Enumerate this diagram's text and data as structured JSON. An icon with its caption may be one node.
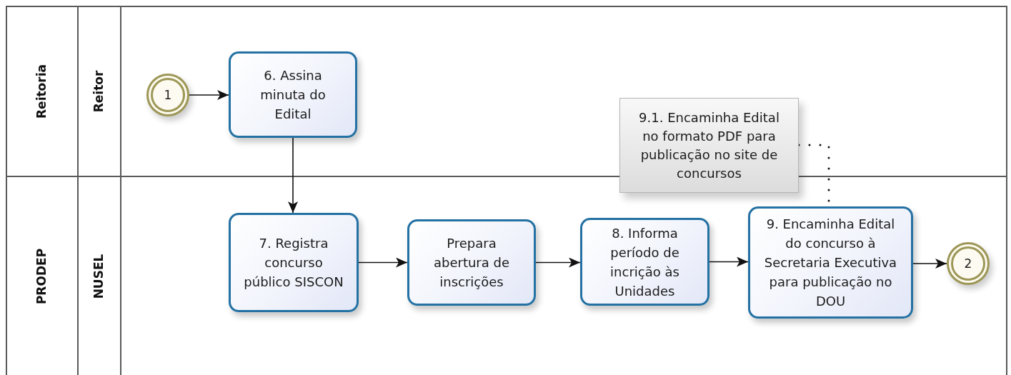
{
  "diagram": {
    "nodes": [
      {
        "text": [
          "Reitoria"
        ]
      },
      {
        "text": [
          "Reitor"
        ],
        "in": 0
      },
      {
        "text": [
          "PRODEP"
        ]
      },
      {
        "text": [
          "NUSEL"
        ],
        "in": 2
      },
      {
        "text": [
          "1"
        ],
        "in": 1
      },
      {
        "text": [
          "6. Assina minuta do Edital"
        ],
        "in": 1
      },
      {
        "text": [
          "9.1. Encaminha Edital no formato PDF para publicação no site de concursos"
        ]
      },
      {
        "text": [
          "7. Registra concurso público SISCON"
        ],
        "in": 3
      },
      {
        "text": [
          "Prepara abertura de inscrições"
        ],
        "in": 3
      },
      {
        "text": [
          "8. Informa período de incrição às Unidades"
        ],
        "in": 3
      },
      {
        "text": [
          "9. Encaminha Edital do concurso à Secretaria Executiva para publicação no DOU"
        ],
        "in": 3
      },
      {
        "text": [
          "2"
        ],
        "in": 3
      }
    ],
    "edges": [
      {
        "from": 4,
        "to": 5,
        "arrow": "to"
      },
      {
        "from": 5,
        "to": 7,
        "arrow": "to"
      },
      {
        "from": 7,
        "to": 8,
        "arrow": "to"
      },
      {
        "from": 8,
        "to": 9,
        "arrow": "to"
      },
      {
        "from": 9,
        "to": 10,
        "arrow": "to"
      },
      {
        "from": 10,
        "to": 11,
        "arrow": "to"
      },
      {
        "from": 6,
        "to": 10,
        "arrow": "none",
        "style": "dashed"
      }
    ]
  }
}
